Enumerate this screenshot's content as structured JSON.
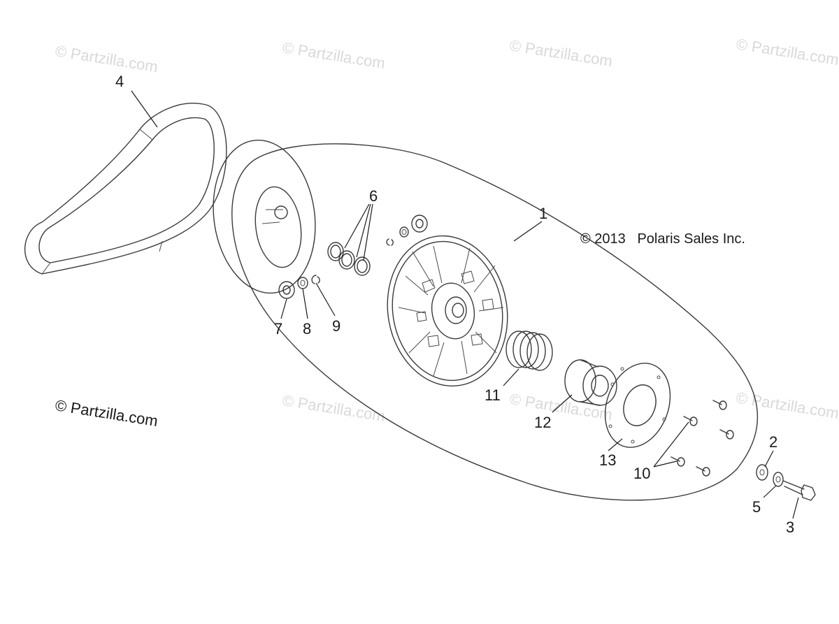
{
  "watermark_text": "© Partzilla.com",
  "brand_label": "© Partzilla.com",
  "copyright": "© 2013   Polaris Sales Inc.",
  "callouts": {
    "c1": "1",
    "c2": "2",
    "c3": "3",
    "c4": "4",
    "c5": "5",
    "c6": "6",
    "c7": "7",
    "c8": "8",
    "c9": "9",
    "c10": "10",
    "c11": "11",
    "c12": "12",
    "c13": "13"
  }
}
